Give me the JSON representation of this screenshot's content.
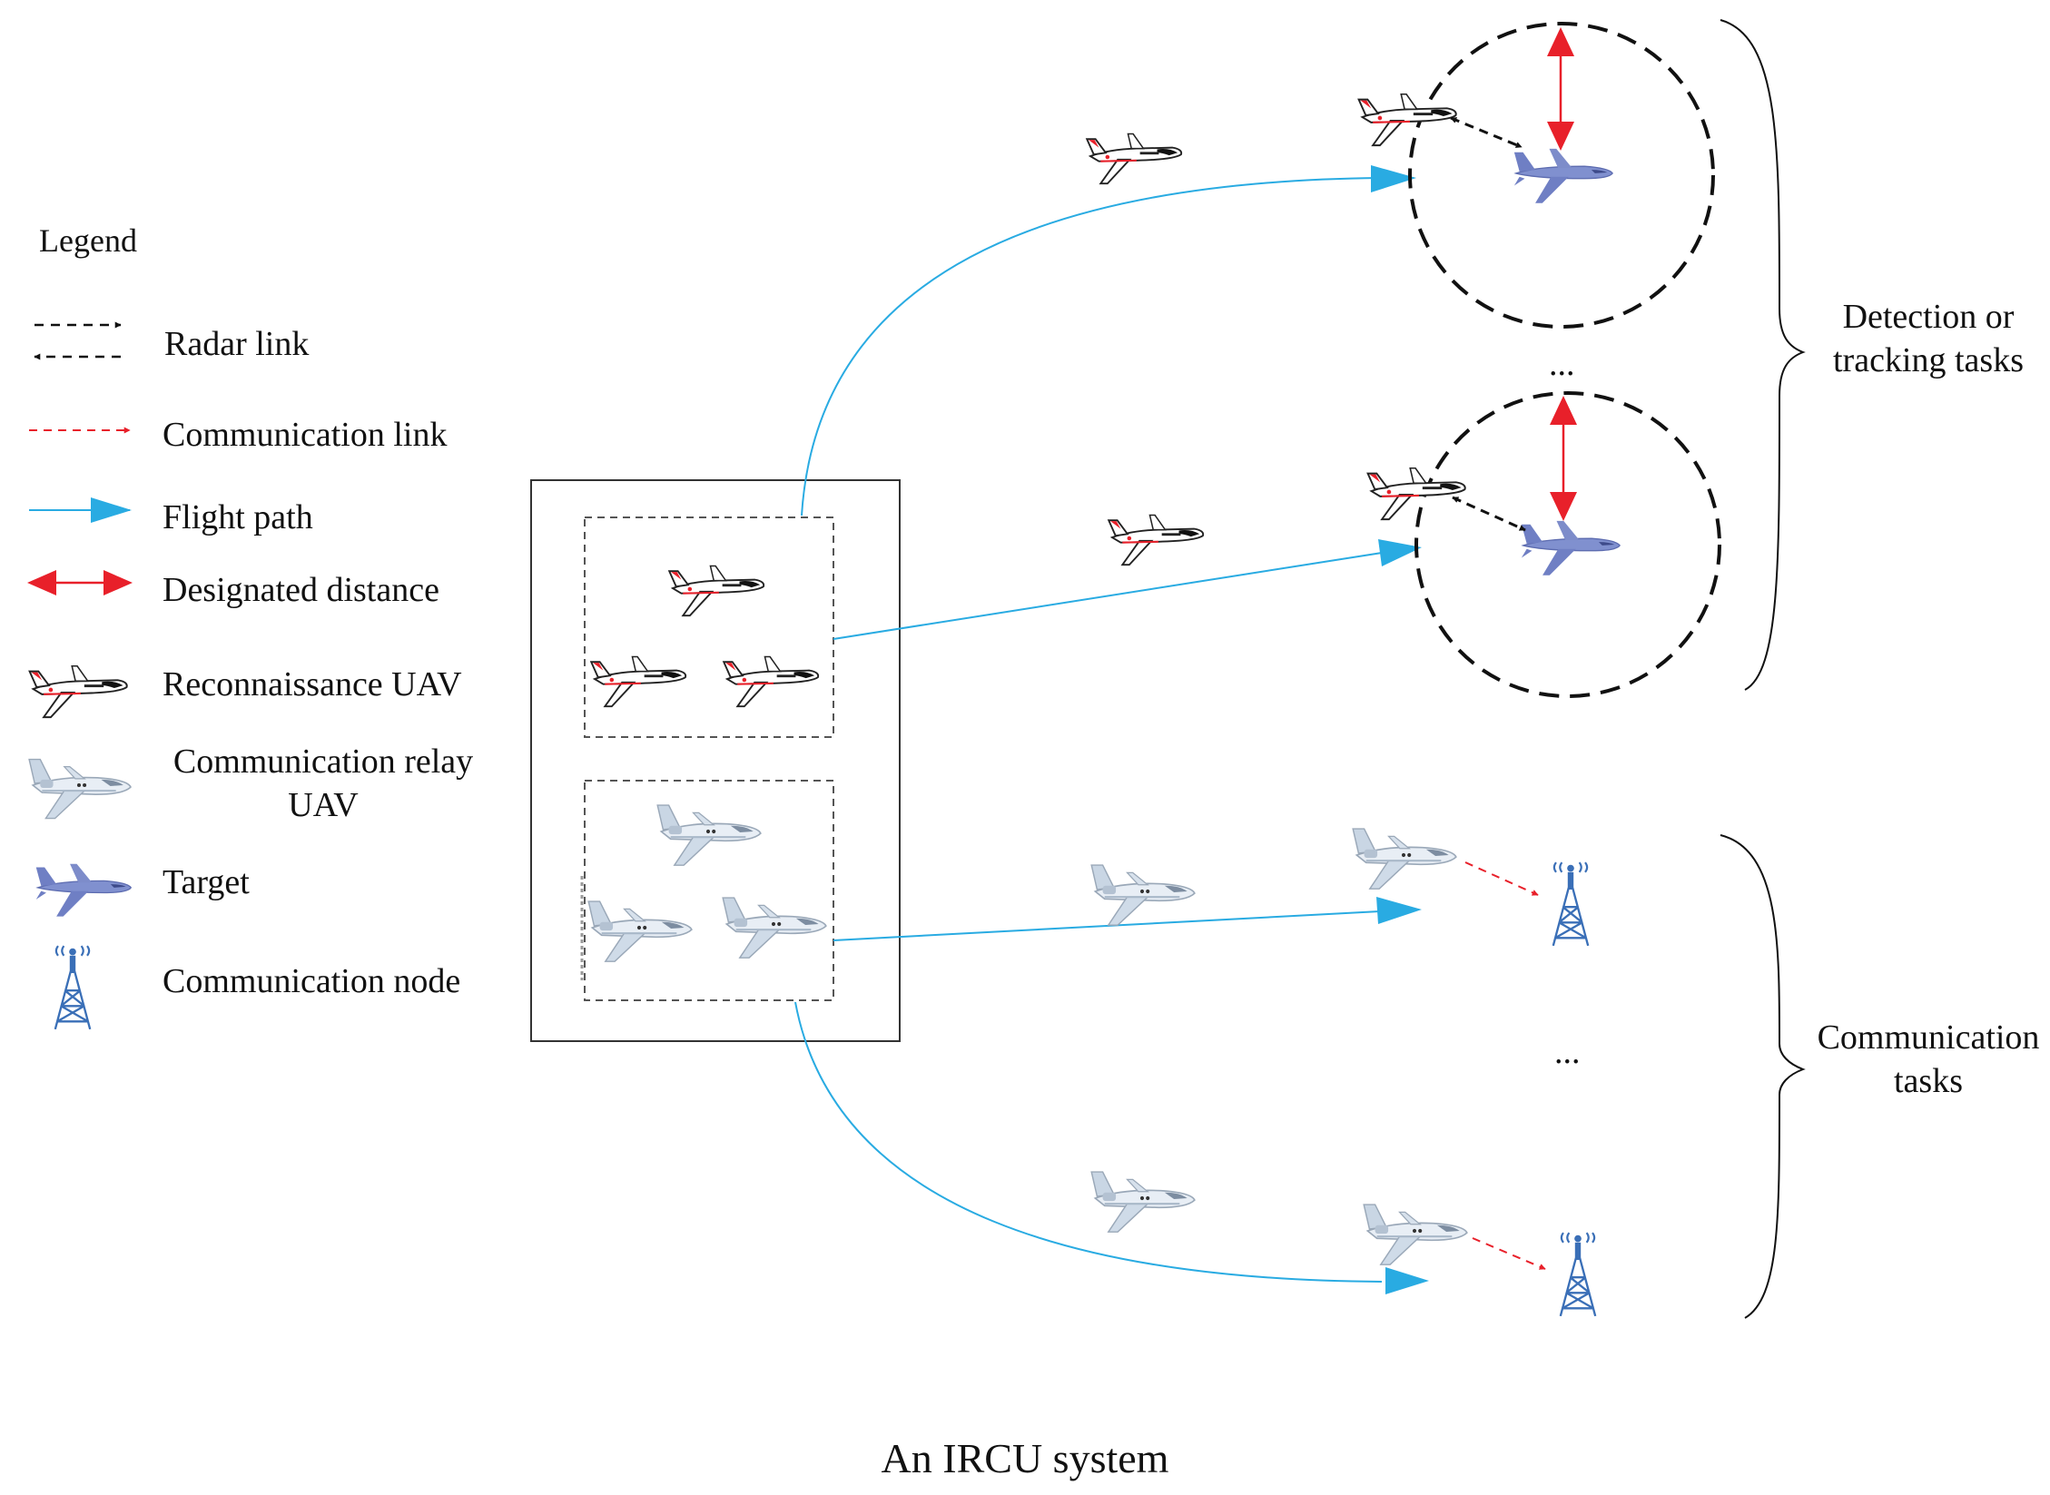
{
  "legend": {
    "title": "Legend",
    "items": [
      {
        "key": "radar",
        "label": "Radar link"
      },
      {
        "key": "comm",
        "label": "Communication link"
      },
      {
        "key": "flight",
        "label": "Flight path"
      },
      {
        "key": "distance",
        "label": "Designated distance"
      },
      {
        "key": "recon",
        "label": "Reconnaissance UAV"
      },
      {
        "key": "relay",
        "label": "Communication relay UAV",
        "line1": "Communication relay",
        "line2": "UAV"
      },
      {
        "key": "target",
        "label": "Target"
      },
      {
        "key": "node",
        "label": "Communication node"
      }
    ]
  },
  "groups": {
    "detection": {
      "line1": "Detection or",
      "line2": "tracking tasks"
    },
    "communication": {
      "line1": "Communication",
      "line2": "tasks"
    }
  },
  "ellipsis": "...",
  "caption": "An IRCU system",
  "colors": {
    "radar_link": "#111111",
    "communication_link": "#e8202a",
    "flight_path": "#29abe2",
    "designated_distance": "#e8202a",
    "target": "#6f7fc4",
    "relay_uav": "#b9c9dc",
    "node": "#3a6fb7"
  }
}
